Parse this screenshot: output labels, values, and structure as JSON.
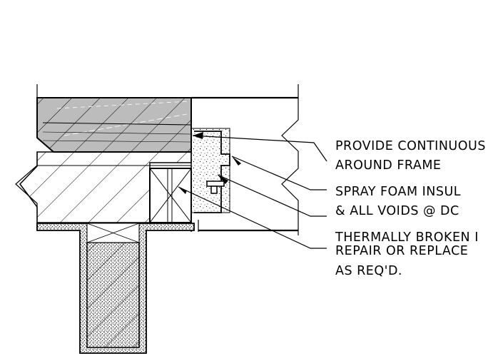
{
  "callouts": [
    {
      "lines": [
        "PROVIDE CONTINUOUS",
        "AROUND FRAME"
      ]
    },
    {
      "lines": [
        "SPRAY FOAM INSUL",
        "& ALL VOIDS @ DC"
      ]
    },
    {
      "lines": [
        "THERMALLY BROKEN I"
      ]
    },
    {
      "lines": [
        "REPAIR OR REPLACE",
        "AS REQ'D."
      ]
    }
  ]
}
